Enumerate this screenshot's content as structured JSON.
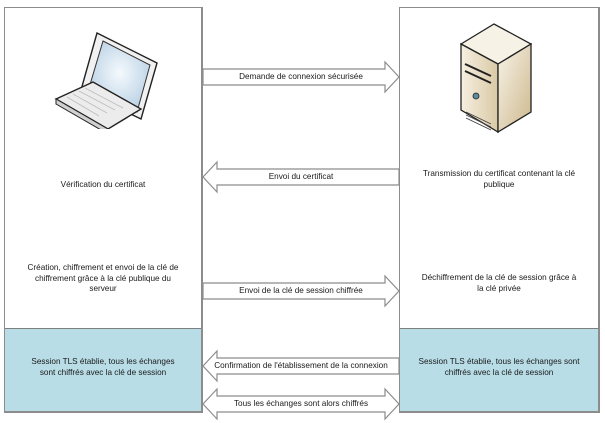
{
  "colors": {
    "border": "#8c8c8c",
    "session_band": "#b8dde6",
    "text": "#1a1a1a"
  },
  "client": {
    "icon": "laptop-icon",
    "steps": {
      "verification": "Vérification du certificat",
      "key_creation": "Création, chiffrement et envoi de la clé de chiffrement grâce à la clé publique du serveur",
      "session": "Session TLS établie, tous les échanges sont chiffrés avec la clé de session"
    }
  },
  "server": {
    "icon": "server-icon",
    "steps": {
      "transmission": "Transmission du certificat contenant la clé publique",
      "decryption": "Déchiffrement de la clé de session grâce à la clé privée",
      "session": "Session TLS établie, tous les échanges sont chiffrés avec la clé de session"
    }
  },
  "messages": [
    {
      "label": "Demande de connexion sécurisée",
      "direction": "right"
    },
    {
      "label": "Envoi du certificat",
      "direction": "left"
    },
    {
      "label": "Envoi de la clé de session chiffrée",
      "direction": "right"
    },
    {
      "label": "Confirmation de l'établissement de la connexion",
      "direction": "left"
    },
    {
      "label": "Tous les échanges sont alors chiffrés",
      "direction": "both"
    }
  ]
}
